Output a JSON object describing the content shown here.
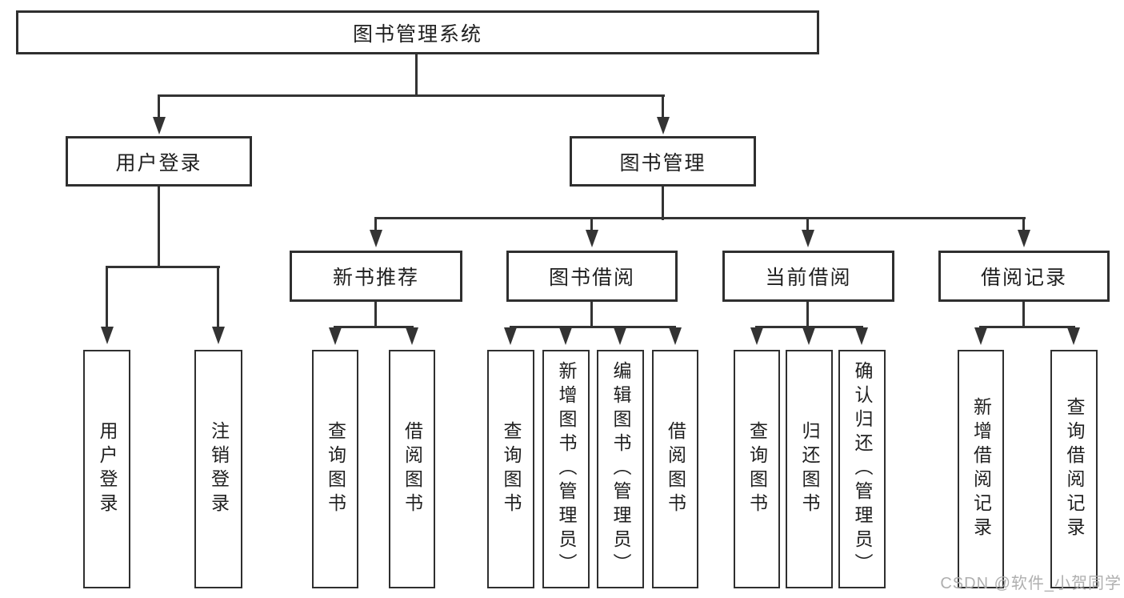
{
  "colors": {
    "line": "#333333",
    "box_border": "#2f2f2f",
    "text": "#1f1f1f",
    "watermark_text": "#ababab",
    "background": "#ffffff"
  },
  "diagram": {
    "root": "图书管理系统",
    "branches": [
      {
        "label": "用户登录",
        "children": [
          "用户登录",
          "注销登录"
        ]
      },
      {
        "label": "图书管理",
        "groups": [
          {
            "label": "新书推荐",
            "children": [
              "查询图书",
              "借阅图书"
            ]
          },
          {
            "label": "图书借阅",
            "children": [
              "查询图书",
              "新增图书（管理员）",
              "编辑图书（管理员）",
              "借阅图书"
            ]
          },
          {
            "label": "当前借阅",
            "children": [
              "查询图书",
              "归还图书",
              "确认归还（管理员）"
            ]
          },
          {
            "label": "借阅记录",
            "children": [
              "新增借阅记录",
              "查询借阅记录"
            ]
          }
        ]
      }
    ]
  },
  "watermark": "CSDN @软件_小贺同学"
}
